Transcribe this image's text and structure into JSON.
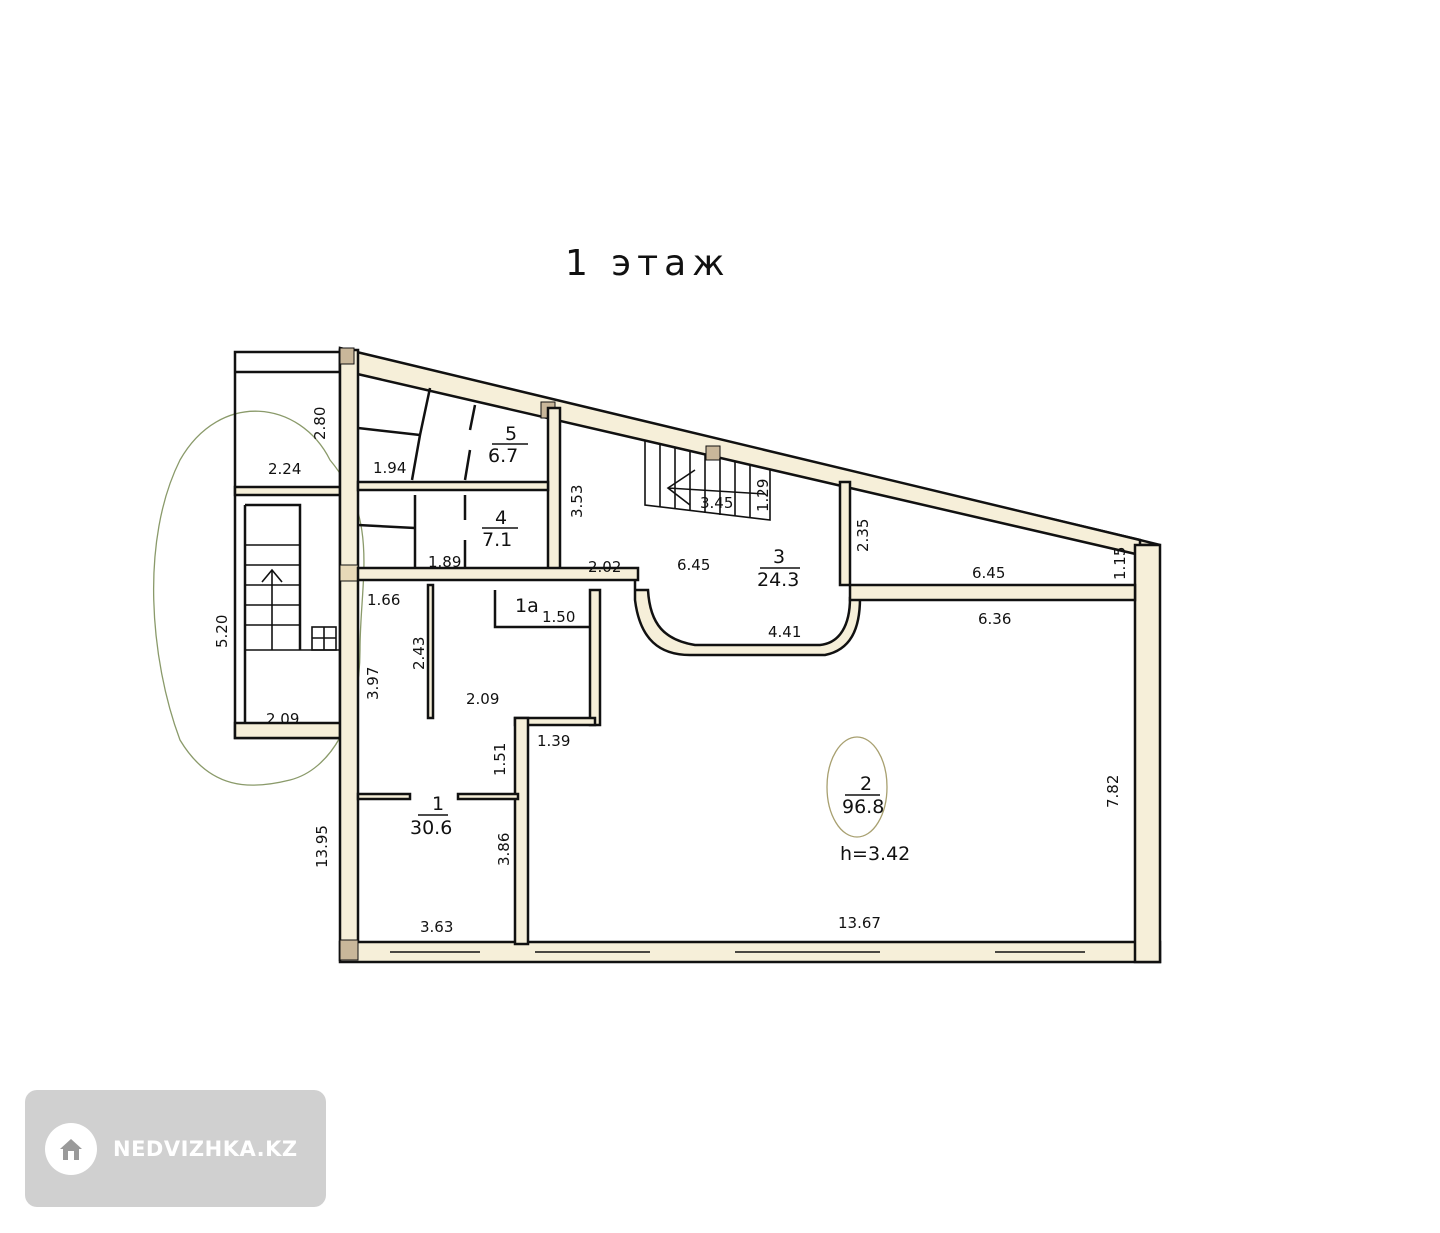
{
  "title": "1 этаж",
  "rooms": [
    {
      "number": "1",
      "area": "30.6"
    },
    {
      "number": "1a",
      "area": ""
    },
    {
      "number": "2",
      "area": "96.8",
      "height": "h=3.42"
    },
    {
      "number": "3",
      "area": "24.3"
    },
    {
      "number": "4",
      "area": "7.1"
    },
    {
      "number": "5",
      "area": "6.7"
    }
  ],
  "dimensions": {
    "d280": "2.80",
    "d224": "2.24",
    "d194": "1.94",
    "d353": "3.53",
    "d189": "1.89",
    "d520": "5.20",
    "d166": "1.66",
    "d150": "1.50",
    "d202": "2.02",
    "d645a": "6.45",
    "d345": "3.45",
    "d129": "1.29",
    "d235": "2.35",
    "d645b": "6.45",
    "d115": "1.15",
    "d636": "6.36",
    "d441": "4.41",
    "d243": "2.43",
    "d209a": "2.09",
    "d397": "3.97",
    "d209b": "2.09",
    "d139": "1.39",
    "d151": "1.51",
    "d1395": "13.95",
    "d386": "3.86",
    "d363": "3.63",
    "d1367": "13.67",
    "d782": "7.82"
  },
  "watermark": {
    "text": "NEDVIZHKA.KZ"
  }
}
